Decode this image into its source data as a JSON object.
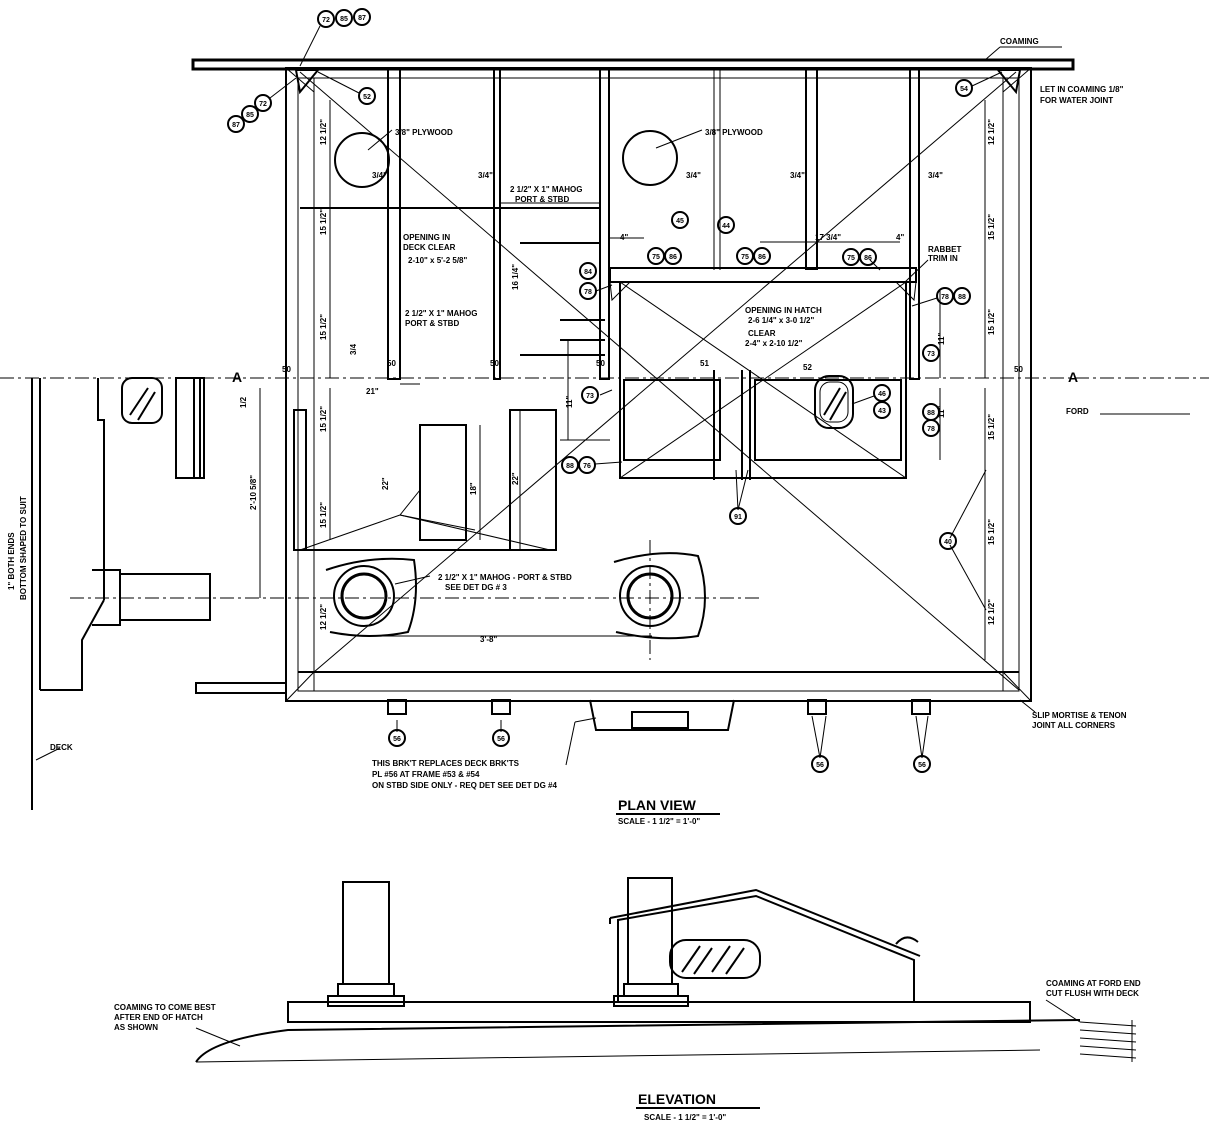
{
  "labels": {
    "coaming_top": "COAMING",
    "let_in_coaming_1": "LET IN COAMING 1/8\"",
    "let_in_coaming_2": "FOR WATER JOINT",
    "plywood": "3/8\" PLYWOOD",
    "mahog_1a": "2 1/2\" X 1\" MAHOG",
    "mahog_1b": "PORT & STBD",
    "opening_deck_1": "OPENING IN",
    "opening_deck_2": "DECK CLEAR",
    "opening_deck_3": "2-10\" x 5'-2 5/8\"",
    "mahog_2a": "2 1/2\" X 1\" MAHOG",
    "mahog_2b": "PORT & STBD",
    "rabbet_1": "RABBET",
    "rabbet_2": "TRIM IN",
    "opening_hatch_1": "OPENING IN HATCH",
    "opening_hatch_2": "2-6 1/4\" x 3-0 1/2\"",
    "opening_hatch_3": "CLEAR",
    "opening_hatch_4": "2-4\" x 2-10 1/2\"",
    "ford": "FORD",
    "a_left": "A",
    "a_right": "A",
    "both_ends_1": "1\" BOTH ENDS",
    "both_ends_2": "BOTTOM SHAPED TO SUIT",
    "mahog_3a": "2 1/2\" X 1\" MAHOG - PORT & STBD",
    "mahog_3b": "SEE DET DG # 3",
    "deck": "DECK",
    "slip_1": "SLIP MORTISE & TENON",
    "slip_2": "JOINT ALL CORNERS",
    "note_1": "THIS BRK'T REPLACES DECK BRK'TS",
    "note_2": "PL #56 AT FRAME #53 & #54",
    "note_3": "ON STBD SIDE ONLY - REQ DET SEE DET DG #4",
    "plan_title": "PLAN VIEW",
    "plan_scale": "SCALE - 1 1/2\" = 1'-0\"",
    "coaming_come_1": "COAMING TO COME BEST",
    "coaming_come_2": "AFTER END OF HATCH",
    "coaming_come_3": "AS SHOWN",
    "coaming_ford_1": "COAMING AT FORD END",
    "coaming_ford_2": "CUT FLUSH WITH DECK",
    "elev_title": "ELEVATION",
    "elev_scale": "SCALE - 1 1/2\" = 1'-0\""
  },
  "dimensions": {
    "d1": "12 1/2\"",
    "d2": "15 1/2\"",
    "d3": "15 1/2\"",
    "d4": "15 1/2\"",
    "d5": "15 1/2\"",
    "d6": "12 1/2\"",
    "d7": "12 1/2\"",
    "d8": "15 1/2\"",
    "d9": "15 1/2\"",
    "d10": "15 1/2\"",
    "d11": "15 1/2\"",
    "d12": "12 1/2\"",
    "d13": "2'-10 5/8\"",
    "d14": "22\"",
    "d15": "18\"",
    "d16": "22\"",
    "d17": "21\"",
    "d18": "3'-8\"",
    "d19": "4\"",
    "d20": "17 3/4\"",
    "d21": "4\"",
    "d22": "16 1/4\"",
    "d23": "11\"",
    "d24": "11\"",
    "d25": "11\"",
    "d26": "3/4\"",
    "d27": "3/4\"",
    "d28": "3/4\"",
    "d29": "3/4\"",
    "d30": "3/4\"",
    "d31": "50",
    "d32": "50",
    "d33": "50",
    "d34": "50",
    "d35": "50",
    "d36": "52",
    "d37": "51",
    "d38": "3/4",
    "d39": "1/2"
  },
  "tags": {
    "t1": "72",
    "t2": "85",
    "t3": "87",
    "t4": "52",
    "t5": "72",
    "t6": "85",
    "t7": "87",
    "t8": "54",
    "t9": "45",
    "t10": "44",
    "t11": "75",
    "t12": "86",
    "t13": "75",
    "t14": "86",
    "t15": "75",
    "t16": "86",
    "t17": "84",
    "t18": "78",
    "t19": "78",
    "t20": "88",
    "t21": "73",
    "t22": "73",
    "t23": "46",
    "t24": "43",
    "t25": "88",
    "t26": "78",
    "t27": "88",
    "t28": "76",
    "t29": "91",
    "t30": "40",
    "t31": "56",
    "t32": "56",
    "t33": "56",
    "t34": "56"
  }
}
